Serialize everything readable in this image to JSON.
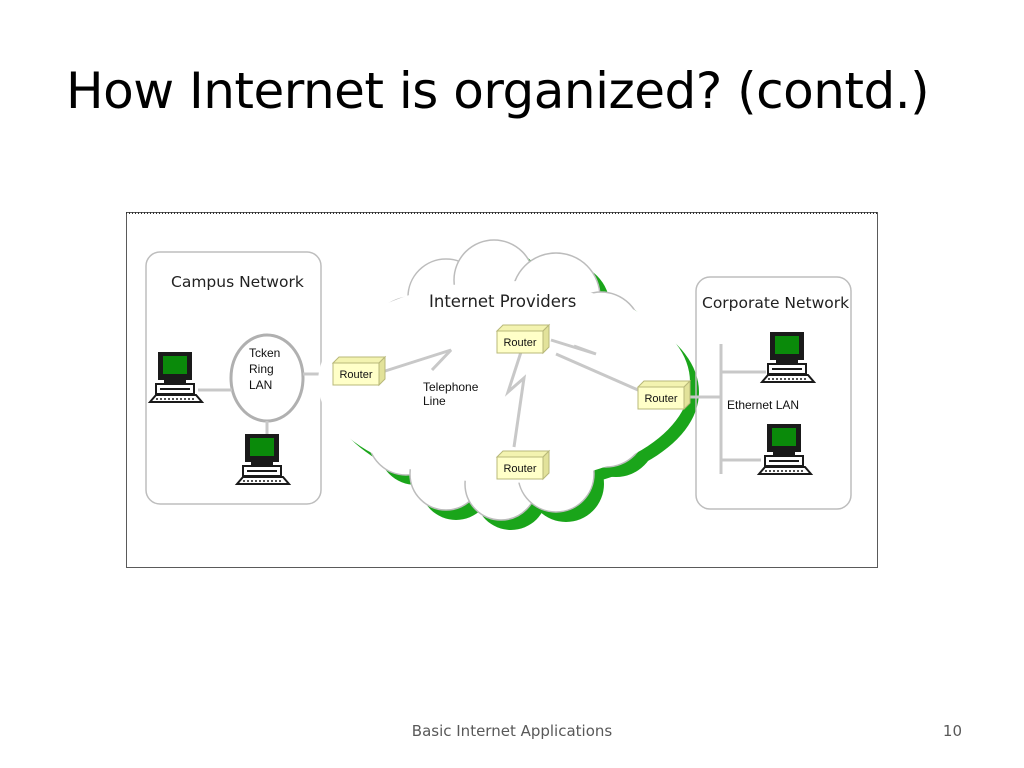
{
  "slide": {
    "title": "How Internet is organized? (contd.)",
    "footer": "Basic Internet Applications",
    "page_number": "10"
  },
  "diagram": {
    "campus": {
      "label": "Campus Network",
      "ring_label": [
        "Tcken",
        "Ring",
        "LAN"
      ]
    },
    "internet": {
      "label": "Internet Providers",
      "line_label": [
        "Telephone",
        "Line"
      ]
    },
    "corporate": {
      "label": "Corporate Network",
      "lan_label": "Ethernet LAN"
    },
    "routers": {
      "campus": "Router",
      "top": "Router",
      "bottom": "Router",
      "corporate": "Router"
    },
    "colors": {
      "cloud_shadow": "#1aa51a",
      "screen": "#0a8a0a",
      "router_fill": "#ffffc8",
      "link": "#c8c8c8"
    }
  }
}
